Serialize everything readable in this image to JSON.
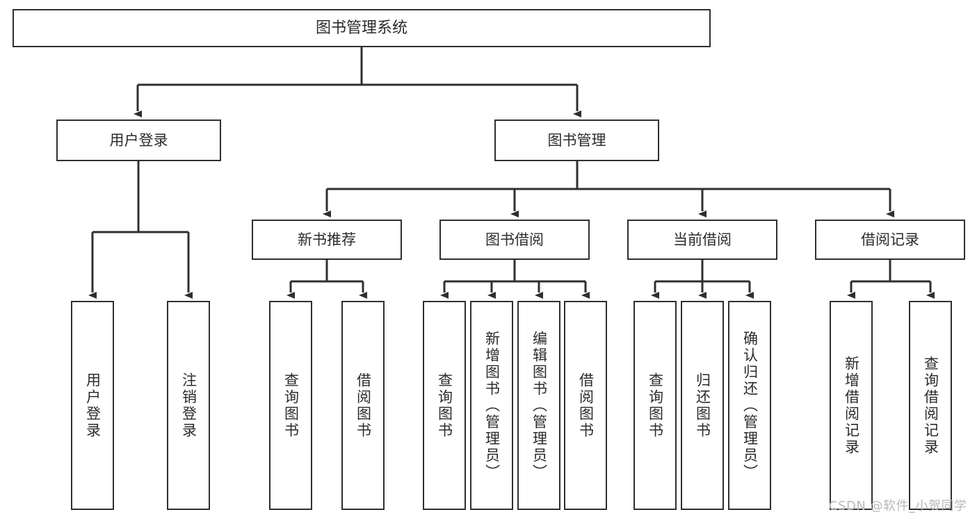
{
  "diagram": {
    "title": "图书管理系统",
    "type": "functional-structure-tree",
    "line_color": "#2f2f2f",
    "box_fill": "#ffffff",
    "text_color": "#2b2b2b",
    "watermark": "CSDN @软件_小贺同学",
    "watermark_color": "#b8b8b8"
  },
  "nodes": {
    "root": {
      "label": "图书管理系统",
      "level": 1
    },
    "level2": [
      {
        "id": "user-login",
        "label": "用户登录"
      },
      {
        "id": "book-management",
        "label": "图书管理"
      }
    ],
    "level3": [
      {
        "id": "new-book-recommend",
        "label": "新书推荐"
      },
      {
        "id": "book-borrow",
        "label": "图书借阅"
      },
      {
        "id": "current-borrow",
        "label": "当前借阅"
      },
      {
        "id": "borrow-record",
        "label": "借阅记录"
      }
    ],
    "leaves": {
      "user_login": [
        {
          "id": "leaf-user-login",
          "label": "用户登录"
        },
        {
          "id": "leaf-logout-login",
          "label": "注销登录"
        }
      ],
      "new_book_recommend": [
        {
          "id": "leaf-query-book-1",
          "label": "查询图书"
        },
        {
          "id": "leaf-borrow-book-1",
          "label": "借阅图书"
        }
      ],
      "book_borrow": [
        {
          "id": "leaf-query-book-2",
          "label": "查询图书"
        },
        {
          "id": "leaf-add-book",
          "label": "新增图书（管理员）"
        },
        {
          "id": "leaf-edit-book",
          "label": "编辑图书（管理员）"
        },
        {
          "id": "leaf-borrow-book-2",
          "label": "借阅图书"
        }
      ],
      "current_borrow": [
        {
          "id": "leaf-query-book-3",
          "label": "查询图书"
        },
        {
          "id": "leaf-return-book",
          "label": "归还图书"
        },
        {
          "id": "leaf-confirm-return",
          "label": "确认归还（管理员）"
        }
      ],
      "borrow_record": [
        {
          "id": "leaf-add-record",
          "label": "新增借阅记录"
        },
        {
          "id": "leaf-query-record",
          "label": "查询借阅记录"
        }
      ]
    }
  }
}
